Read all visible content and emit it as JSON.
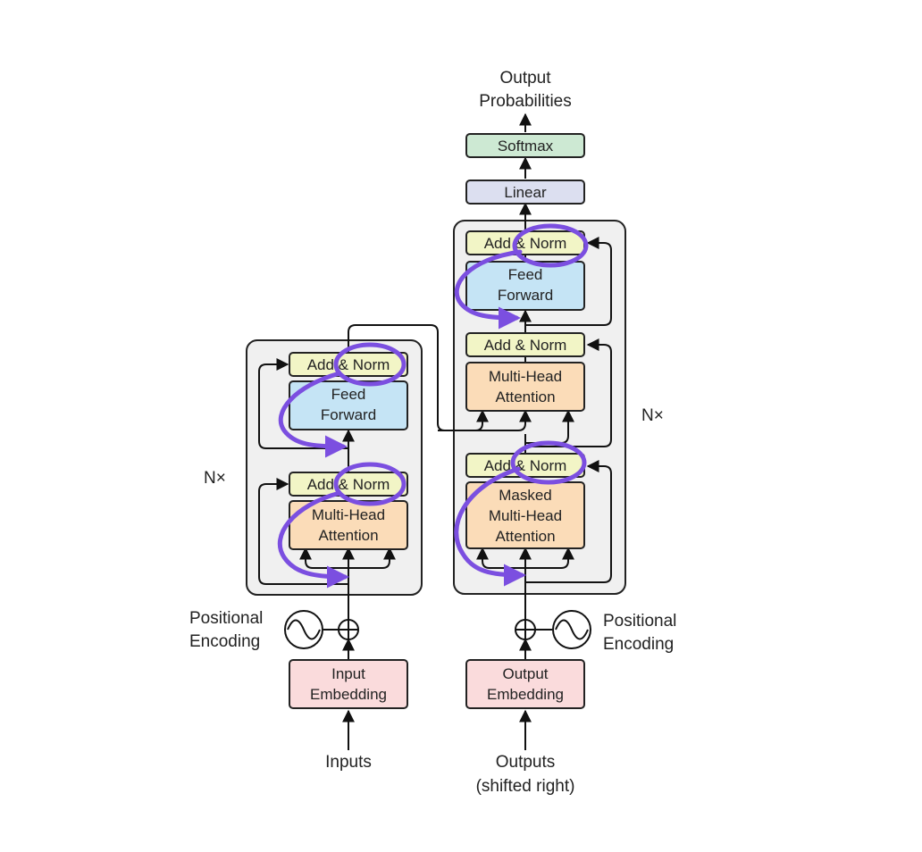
{
  "top": {
    "output_line1": "Output",
    "output_line2": "Probabilities"
  },
  "decoder_head": {
    "softmax": "Softmax",
    "linear": "Linear"
  },
  "encoder": {
    "repeat": "N×",
    "add_norm": "Add & Norm",
    "feed_forward_line1": "Feed",
    "feed_forward_line2": "Forward",
    "attention_line1": "Multi-Head",
    "attention_line2": "Attention",
    "positional_line1": "Positional",
    "positional_line2": "Encoding",
    "embedding_line1": "Input",
    "embedding_line2": "Embedding",
    "input_label": "Inputs"
  },
  "decoder": {
    "repeat": "N×",
    "add_norm": "Add & Norm",
    "feed_forward_line1": "Feed",
    "feed_forward_line2": "Forward",
    "cross_attention_line1": "Multi-Head",
    "cross_attention_line2": "Attention",
    "masked_line1": "Masked",
    "masked_line2": "Multi-Head",
    "masked_line3": "Attention",
    "positional_line1": "Positional",
    "positional_line2": "Encoding",
    "embedding_line1": "Output",
    "embedding_line2": "Embedding",
    "input_label_line1": "Outputs",
    "input_label_line2": "(shifted right)"
  },
  "colors": {
    "add_norm": "#f2f5c6",
    "feed_forward": "#c5e4f5",
    "attention": "#fbdcb8",
    "embedding": "#fadbdc",
    "linear": "#dcdff0",
    "softmax": "#cde9d3",
    "stack_bg": "#f0f0f0",
    "annotation": "#7b4fe0"
  }
}
